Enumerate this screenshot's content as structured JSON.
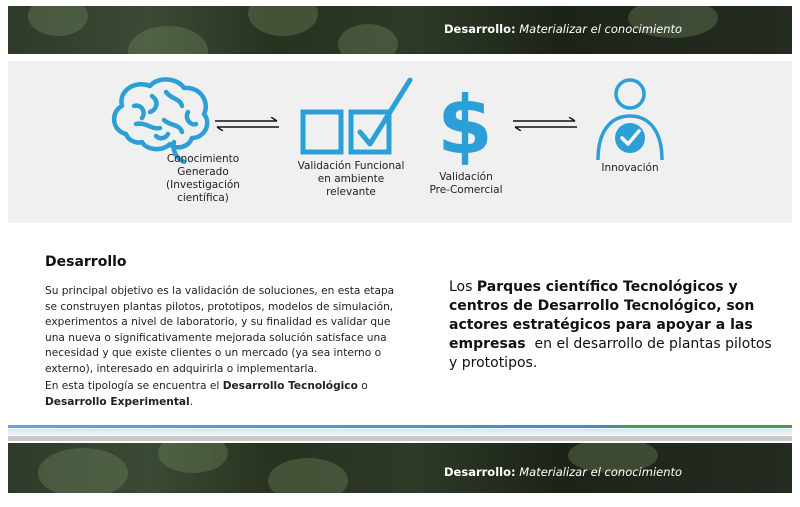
{
  "header": {
    "bold": "Desarrollo:",
    "italic": "Materializar el conocimiento"
  },
  "process": {
    "steps": [
      {
        "icon": "brain-icon",
        "label": "Conocimiento\nGenerado\n(Investigación\ncientífica)"
      },
      {
        "icon": "checkbox-icon",
        "label": "Validación Funcional\nen ambiente\nrelevante"
      },
      {
        "icon": "dollar-icon",
        "label": "Validación\nPre-Comercial"
      },
      {
        "icon": "person-check-icon",
        "label": "Innovación"
      }
    ],
    "accent": "#2a9fd8"
  },
  "section": {
    "title": "Desarrollo",
    "paragraph1": "Su principal objetivo es la validación de soluciones, en esta etapa se construyen plantas pilotos, prototipos, modelos de simulación, experimentos a nivel de laboratorio, y su finalidad es validar que una nueva o significativamente mejorada solución satisface una necesidad y que existe clientes o un mercado (ya sea interno o externo), interesado en adquirirla o implementarla.",
    "p2_prefix": "En esta tipología se encuentra el ",
    "p2_bold1": "Desarrollo Tecnológico",
    "p2_mid": " o ",
    "p2_bold2": "Desarrollo Experimental",
    "p2_suffix": "."
  },
  "highlight": {
    "prefix": "Los ",
    "bold": "Parques científico Tecnológicos y centros de Desarrollo Tecnológico, son actores estratégicos para apoyar a las empresas",
    "suffix": "  en el desarrollo de plantas pilotos y prototipos."
  },
  "footer": {
    "bold": "Desarrollo:",
    "italic": "Materializar el conocimiento"
  }
}
